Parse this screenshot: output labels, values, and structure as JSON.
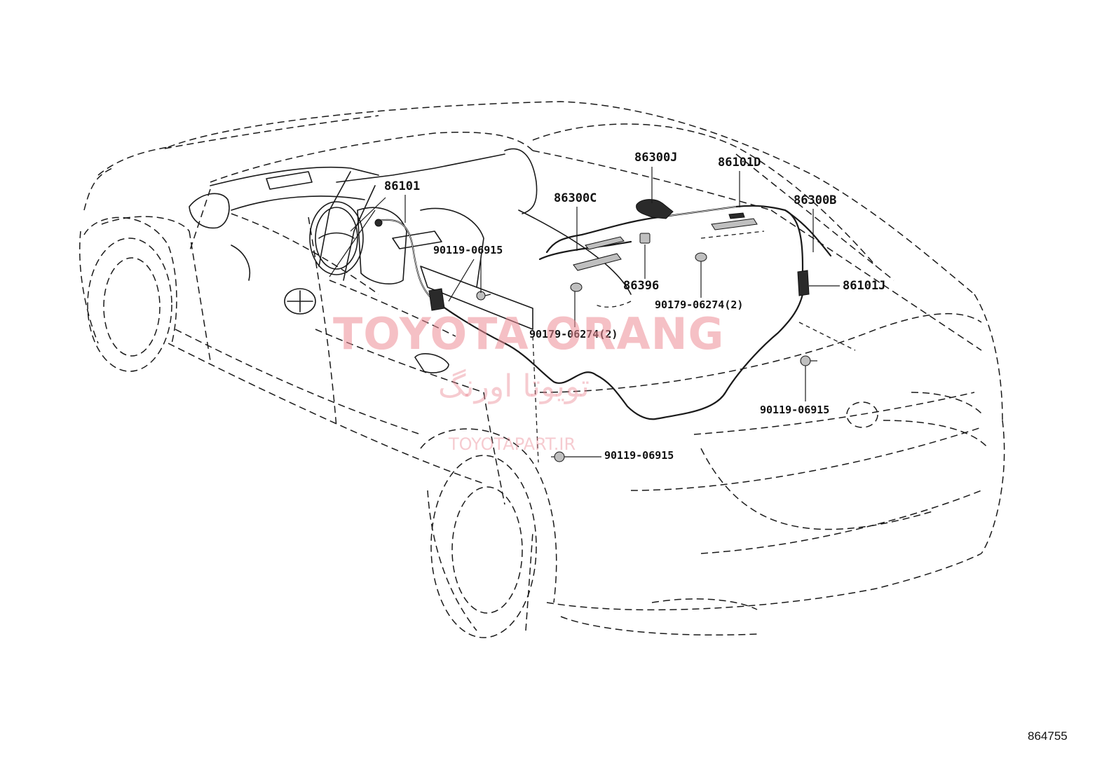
{
  "diagram": {
    "labels": {
      "p86101": "86101",
      "p86300J": "86300J",
      "p86101D": "86101D",
      "p86300C": "86300C",
      "p86300B": "86300B",
      "p90119_06915_a": "90119-06915",
      "p86396": "86396",
      "p86101J": "86101J",
      "p90179_06274_a": "90179-06274(2)",
      "p90179_06274_b": "90179-06274(2)",
      "p90119_06915_b": "90119-06915",
      "p90119_06915_c": "90119-06915"
    },
    "watermark": {
      "main": "TOYOTA ORANG",
      "arabic": "تویوتا اورنگ",
      "url": "TOYOTAPART.IR"
    },
    "reference_number": "864755"
  }
}
